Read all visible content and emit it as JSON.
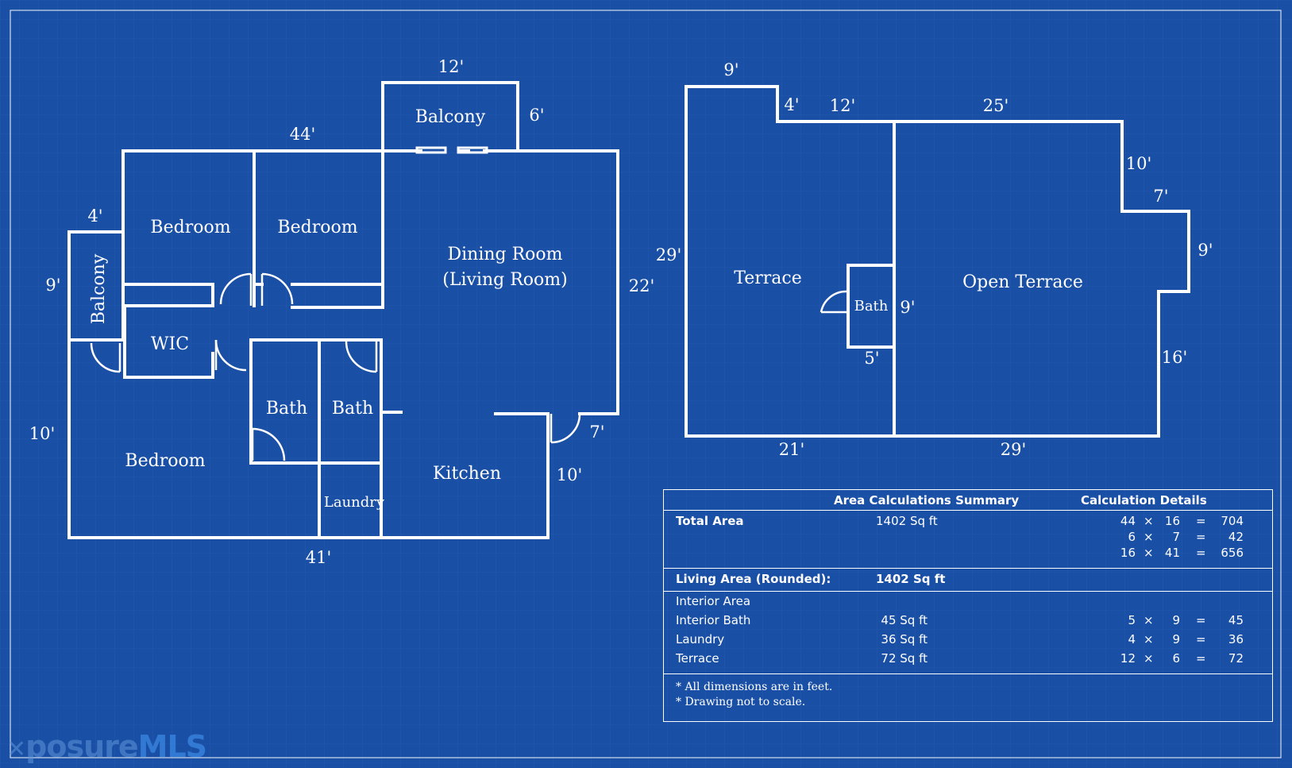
{
  "colors": {
    "background": "#1a4fa6",
    "lines": "#ffffff",
    "grid": "#2a60b5"
  },
  "left_plan": {
    "rooms": {
      "balcony_top": "Balcony",
      "bedroom_1": "Bedroom",
      "bedroom_2": "Bedroom",
      "balcony_side": "Balcony",
      "wic": "WIC",
      "dining_line1": "Dining Room",
      "dining_line2": "(Living Room)",
      "bath_1": "Bath",
      "bath_2": "Bath",
      "bedroom_3": "Bedroom",
      "kitchen": "Kitchen",
      "laundry": "Laundry"
    },
    "dimensions": {
      "balcony_width": "12'",
      "balcony_depth": "6'",
      "top_width": "44'",
      "side_balcony_width": "4'",
      "side_balcony_height": "9'",
      "right_height": "22'",
      "left_lower_height": "10'",
      "door_width": "7'",
      "kitchen_height": "10'",
      "bottom_width": "41'"
    }
  },
  "right_plan": {
    "rooms": {
      "terrace": "Terrace",
      "bath": "Bath",
      "open_terrace": "Open Terrace"
    },
    "dimensions": {
      "top_left_width": "9'",
      "step_depth": "4'",
      "step_width": "12'",
      "top_right_width": "25'",
      "right_upper_height": "10'",
      "bump_width": "7'",
      "bump_height": "9'",
      "right_lower_height": "16'",
      "left_height": "29'",
      "bath_height": "9'",
      "bath_width": "5'",
      "bottom_left_width": "21'",
      "bottom_right_width": "29'"
    }
  },
  "summary": {
    "header_title": "Area Calculations Summary",
    "header_details": "Calculation Details",
    "total_label": "Total Area",
    "total_value": "1402 Sq ft",
    "calc_rows": [
      [
        "44",
        "×",
        "16",
        "=",
        "704"
      ],
      [
        "6",
        "×",
        "7",
        "=",
        "42"
      ],
      [
        "16",
        "×",
        "41",
        "=",
        "656"
      ]
    ],
    "living_label": "Living Area (Rounded):",
    "living_value": "1402 Sq ft",
    "interior_label": "Interior Area",
    "interior_rows": [
      {
        "name": "Interior Bath",
        "value": "45 Sq ft",
        "calc": [
          "5",
          "×",
          "9",
          "=",
          "45"
        ]
      },
      {
        "name": "Laundry",
        "value": "36 Sq ft",
        "calc": [
          "4",
          "×",
          "9",
          "=",
          "36"
        ]
      },
      {
        "name": "Terrace",
        "value": "72 Sq ft",
        "calc": [
          "12",
          "×",
          "6",
          "=",
          "72"
        ]
      }
    ],
    "notes": [
      "* All dimensions are in feet.",
      "* Drawing not to scale."
    ]
  },
  "logo": {
    "part1": "posure",
    "part2": "MLS"
  }
}
